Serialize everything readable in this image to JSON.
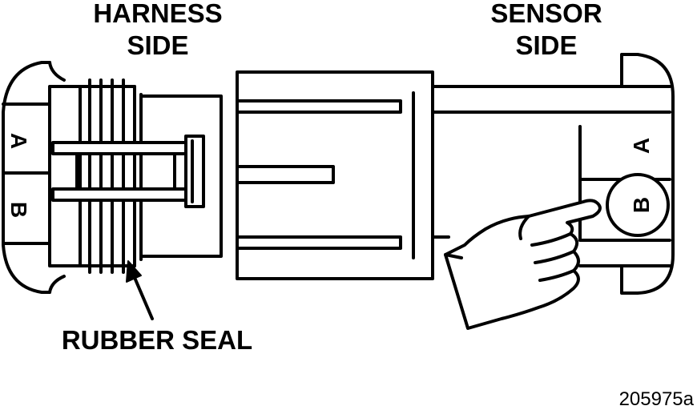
{
  "labels": {
    "harness_line1": "HARNESS",
    "harness_line2": "SIDE",
    "sensor_line1": "SENSOR",
    "sensor_line2": "SIDE",
    "rubber_seal": "RUBBER SEAL",
    "figure_id": "205975a"
  },
  "harness_pins": {
    "a": "A",
    "b": "B"
  },
  "sensor_pins": {
    "a": "A",
    "b": "B"
  },
  "colors": {
    "ink": "#000000",
    "background": "#ffffff"
  }
}
